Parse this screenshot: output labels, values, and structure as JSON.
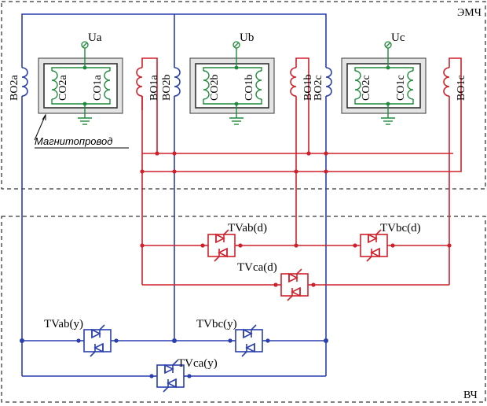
{
  "zones": {
    "top": "ЭМЧ",
    "bottom": "ВЧ"
  },
  "phases": [
    {
      "u": "Ua",
      "co2": "CO2a",
      "co1": "CO1a",
      "bo2": "BO2a",
      "bo1": "BO1a"
    },
    {
      "u": "Ub",
      "co2": "CO2b",
      "co1": "CO1b",
      "bo2": "BO2b",
      "bo1": "BO1b"
    },
    {
      "u": "Uc",
      "co2": "CO2c",
      "co1": "CO1c",
      "bo2": "BO2c",
      "bo1": "BO1c"
    }
  ],
  "core_label": "Магнитопровод",
  "switches_delta": [
    "TVab(d)",
    "TVbc(d)",
    "TVca(d)"
  ],
  "switches_wye": [
    "TVab(y)",
    "TVbc(y)",
    "TVca(y)"
  ],
  "colors": {
    "blue": "#2a3fb0",
    "red": "#d0212b",
    "green": "#1e8a3a"
  }
}
